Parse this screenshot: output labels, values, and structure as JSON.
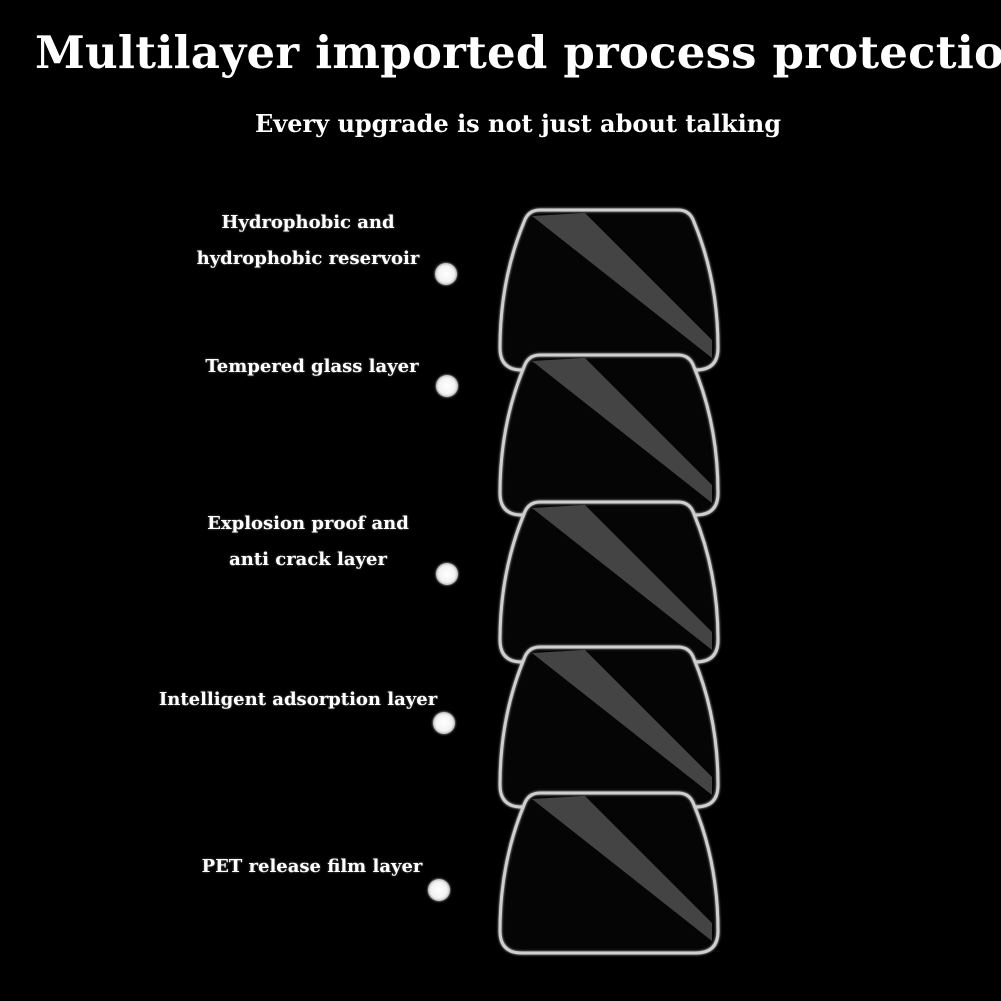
{
  "header": {
    "title": "Multilayer imported process protection",
    "subtitle": "Every upgrade is not just about talking"
  },
  "layers": [
    {
      "lines": [
        "Hydrophobic and",
        "hydrophobic reservoir"
      ]
    },
    {
      "lines": [
        "Tempered glass layer"
      ]
    },
    {
      "lines": [
        "Explosion proof and",
        "anti crack layer"
      ]
    },
    {
      "lines": [
        "Intelligent adsorption layer"
      ]
    },
    {
      "lines": [
        "PET release film layer"
      ]
    }
  ],
  "colors": {
    "background": "#000000",
    "text": "#ffffff",
    "outline": "#cfcfcf",
    "sheen": "#5a5a5a"
  }
}
